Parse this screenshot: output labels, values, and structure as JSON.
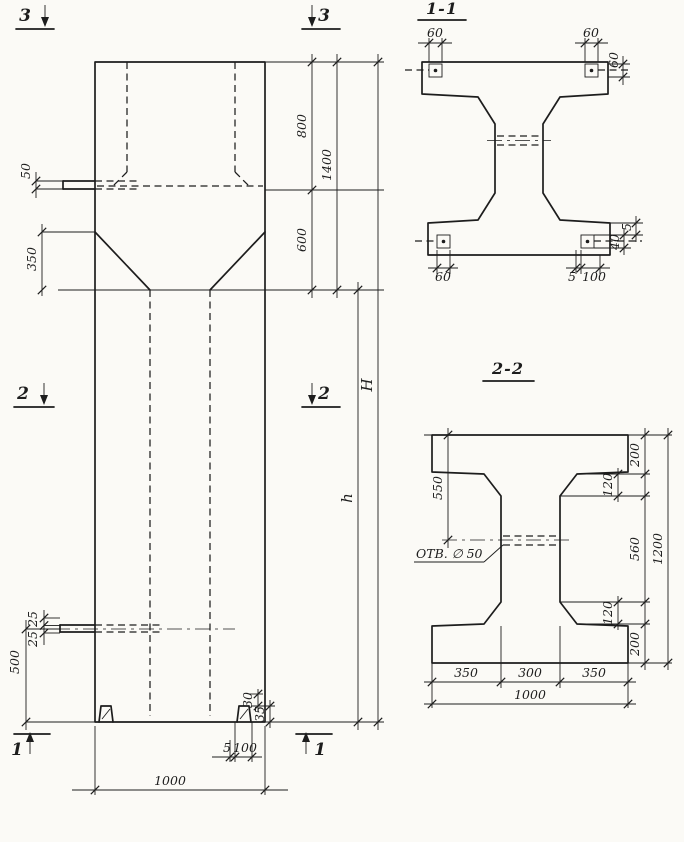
{
  "meta": {
    "bg": "#fbfaf6",
    "ink": "#1d1d1d"
  },
  "elevation": {
    "marker_3_left": "3",
    "marker_3_right": "3",
    "marker_2_left": "2",
    "marker_2_right": "2",
    "marker_1_left": "1",
    "marker_1_right": "1",
    "dim_800": "800",
    "dim_1400": "1400",
    "dim_600": "600",
    "dim_H": "H",
    "dim_h": "h",
    "dim_50": "50",
    "dim_350": "350",
    "dim_25_top": "25",
    "dim_25_bottom": "25",
    "dim_500": "500",
    "dim_1000": "1000",
    "dim_5": "5",
    "dim_100": "100",
    "dim_30": "30",
    "dim_35": "35"
  },
  "section11": {
    "title": "1-1",
    "dim_60_top_left": "60",
    "dim_60_top_right": "60",
    "dim_60_right": "60",
    "dim_60_bottom": "60",
    "dim_5_bottom": "5",
    "dim_100_bottom": "100",
    "dim_40_right": "40",
    "dim_5_right": "5"
  },
  "section22": {
    "title": "2-2",
    "dim_550": "550",
    "hole_label": "ОТВ. ∅ 50",
    "dim_200_top": "200",
    "dim_120_top": "120",
    "dim_560": "560",
    "dim_120_bottom": "120",
    "dim_200_bottom": "200",
    "dim_1200": "1200",
    "dim_350_left": "350",
    "dim_300": "300",
    "dim_350_right": "350",
    "dim_1000": "1000"
  }
}
